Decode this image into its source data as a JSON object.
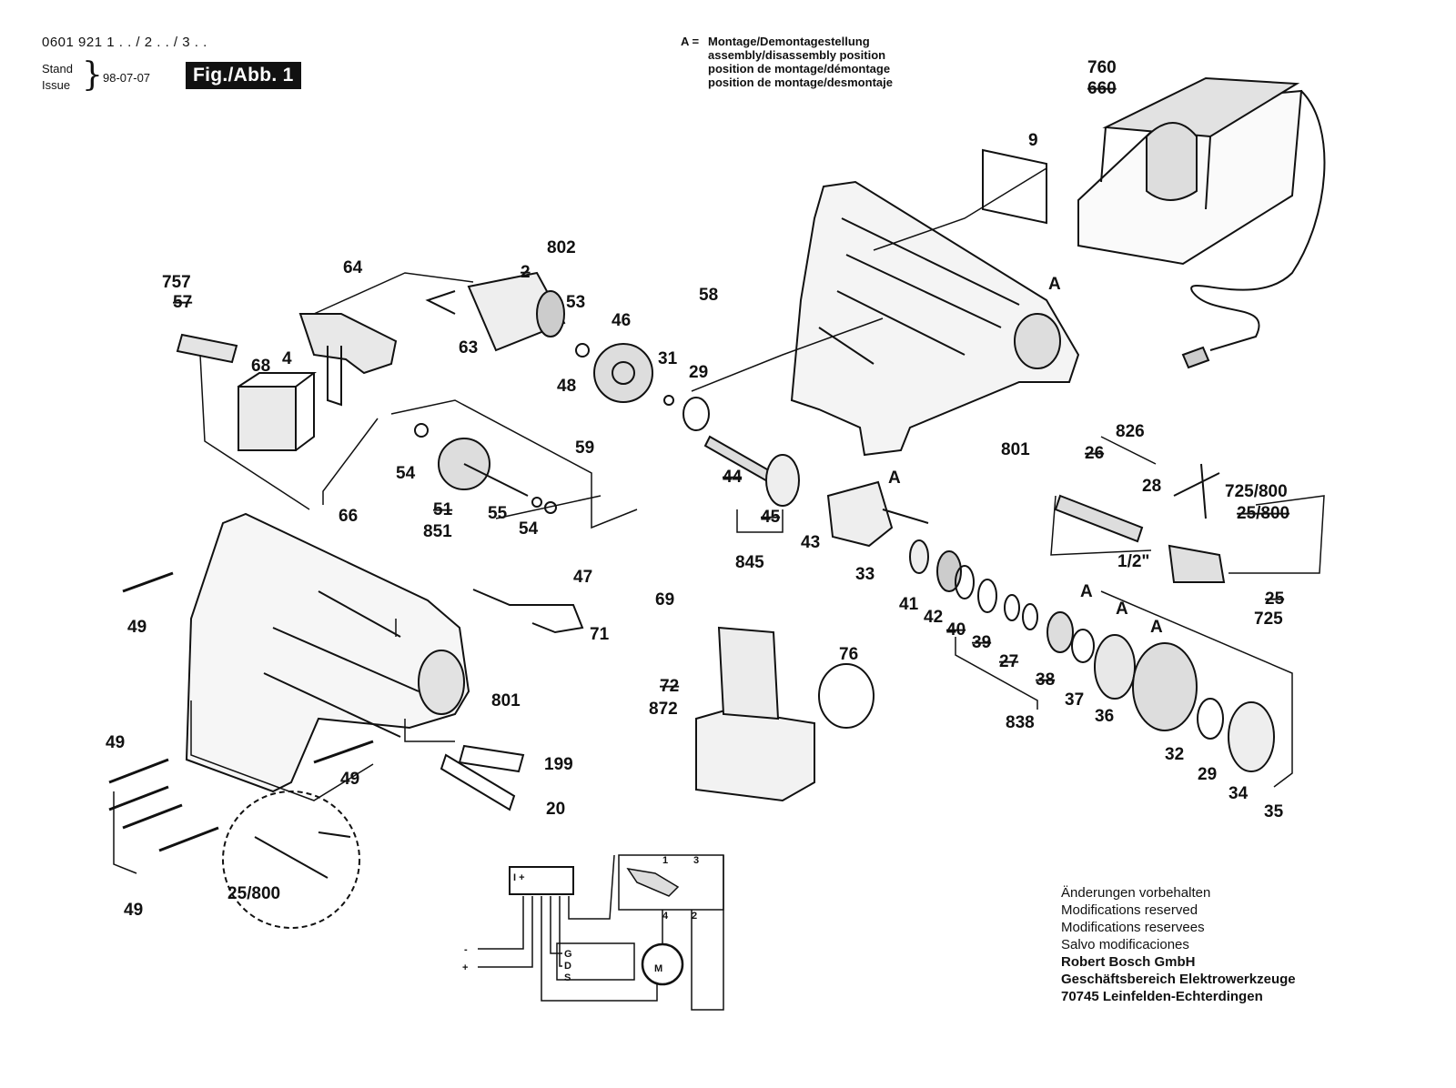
{
  "header": {
    "part_number": "0601 921 1 . . / 2 . . / 3 . .",
    "stand": "Stand",
    "issue": "Issue",
    "date": "98-07-07",
    "figure": "Fig./Abb. 1"
  },
  "assembly_legend": {
    "prefix": "A =",
    "lines": [
      "Montage/Demontagestellung",
      "assembly/disassembly position",
      "position de montage/démontage",
      "position de montage/desmontaje"
    ]
  },
  "notes": {
    "lines": [
      "Änderungen vorbehalten",
      "Modifications reserved",
      "Modifications reservees",
      "Salvo modificaciones"
    ],
    "company": [
      "Robert Bosch GmbH",
      "Geschäftsbereich Elektrowerkzeuge",
      "70745 Leinfelden-Echterdingen"
    ]
  },
  "labels": {
    "l760": "760",
    "l660": "660",
    "l9": "9",
    "lA1": "A",
    "l802": "802",
    "l2": "2",
    "l53": "53",
    "l64": "64",
    "l757": "757",
    "l57": "57",
    "l4": "4",
    "l63": "63",
    "l68": "68",
    "l58": "58",
    "l46": "46",
    "l48": "48",
    "l31": "31",
    "l29a": "29",
    "l66": "66",
    "l54a": "54",
    "l51": "51",
    "l851": "851",
    "l55": "55",
    "l54b": "54",
    "l59": "59",
    "l47": "47",
    "l44": "44",
    "l45": "45",
    "l845": "845",
    "l43": "43",
    "lA2": "A",
    "l33": "33",
    "l801a": "801",
    "l826": "826",
    "l26": "26",
    "l28": "28",
    "l725_800a": "725/800",
    "l25_800a": "25/800",
    "l_half": "1/2\"",
    "l25": "25",
    "l725": "725",
    "l49a": "49",
    "l71": "71",
    "l69": "69",
    "l41": "41",
    "l42": "42",
    "l40": "40",
    "l39": "39",
    "l27": "27",
    "l38": "38",
    "l37": "37",
    "l36": "36",
    "l838": "838",
    "lA3": "A",
    "lA4": "A",
    "lA5": "A",
    "l72": "72",
    "l872": "872",
    "l76": "76",
    "l801b": "801",
    "l49b": "49",
    "l49c": "49",
    "l199": "199",
    "l20": "20",
    "l49d": "49",
    "l25_800b": "25/800",
    "l32": "32",
    "l29b": "29",
    "l34": "34",
    "l35": "35"
  },
  "wiring": {
    "plus_minus": "I  +",
    "minus": "-",
    "plus": "+",
    "g": "G",
    "d": "D",
    "s": "S",
    "motor": "M",
    "t1": "1",
    "t2": "2",
    "t3": "3",
    "t4": "4"
  }
}
